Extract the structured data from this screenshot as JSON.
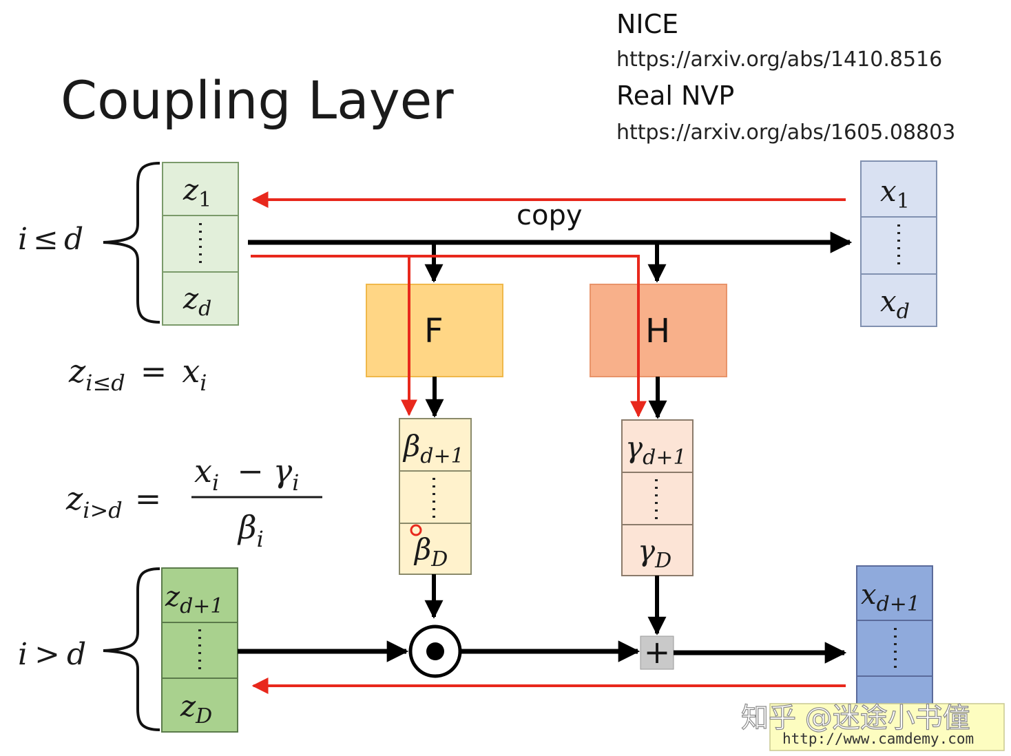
{
  "title": "Coupling Layer",
  "references": [
    {
      "name": "NICE",
      "url": "https://arxiv.org/abs/1410.8516"
    },
    {
      "name": "Real NVP",
      "url": "https://arxiv.org/abs/1605.08803"
    }
  ],
  "copy_label": "copy",
  "conditions": {
    "upper": {
      "i": "i",
      "op": "≤",
      "d": "d"
    },
    "lower": {
      "i": "i",
      "op": ">",
      "d": "d"
    }
  },
  "z_upper": {
    "first": {
      "base": "z",
      "sub": "1"
    },
    "last": {
      "base": "z",
      "sub": "d"
    }
  },
  "z_lower": {
    "first": {
      "base": "z",
      "sub": "d+1"
    },
    "last": {
      "base": "z",
      "sub": "D"
    }
  },
  "x_upper": {
    "first": {
      "base": "x",
      "sub": "1"
    },
    "last": {
      "base": "x",
      "sub": "d"
    }
  },
  "x_lower": {
    "first": {
      "base": "x",
      "sub": "d+1"
    }
  },
  "beta_vec": {
    "first": {
      "base": "β",
      "sub": "d+1"
    },
    "last": {
      "base": "β",
      "sub": "D"
    }
  },
  "gamma_vec": {
    "first": {
      "base": "γ",
      "sub": "d+1"
    },
    "last": {
      "base": "γ",
      "sub": "D"
    }
  },
  "functions": {
    "f": "F",
    "h": "H"
  },
  "operators": {
    "plus": "+"
  },
  "equations": {
    "eq1": {
      "lhs": "z",
      "lhs_sub": "i≤d",
      "eq": "=",
      "rhs": "x",
      "rhs_sub": "i"
    },
    "eq2": {
      "lhs": "z",
      "lhs_sub": "i>d",
      "eq": "=",
      "num_a": "x",
      "num_a_sub": "i",
      "num_op": "−",
      "num_b": "γ",
      "num_b_sub": "i",
      "den": "β",
      "den_sub": "i"
    }
  },
  "watermark": {
    "zhihu": "知乎 @迷途小书僮",
    "url": "http://www.camdemy.com"
  },
  "colors": {
    "z_top_fill": "#e2efda",
    "z_bottom_fill": "#a9d18e",
    "x_top_fill": "#d9e1f2",
    "x_bottom_fill": "#8faadc",
    "f_fill": "#ffd685",
    "h_fill": "#f8b08a",
    "beta_fill": "#fff2cc",
    "gamma_fill": "#fce4d6",
    "red_arrow": "#e8281c"
  }
}
